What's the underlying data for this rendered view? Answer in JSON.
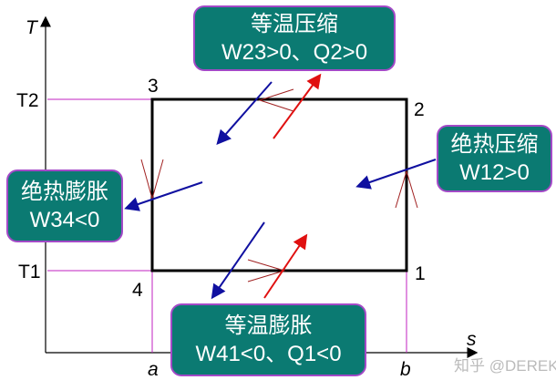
{
  "axes": {
    "y_label": "T",
    "x_label": "s",
    "y_ticks": [
      "T2",
      "T1"
    ],
    "x_ticks": [
      "a",
      "b"
    ]
  },
  "points": [
    "1",
    "2",
    "3",
    "4"
  ],
  "processes": {
    "top": {
      "title": "等温压缩",
      "formula": "W23>0、Q2>0"
    },
    "right": {
      "title": "绝热压缩",
      "formula": "W12>0"
    },
    "left": {
      "title": "绝热膨胀",
      "formula": "W34<0"
    },
    "bottom": {
      "title": "等温膨胀",
      "formula": "W41<0、Q1<0"
    }
  },
  "watermark": "知乎 @DEREK",
  "colors": {
    "box_fill": "#0b7a72",
    "box_border": "#a349c7",
    "guide_lines": "#c020c0",
    "work_arrow": "#1010a0",
    "heat_arrow": "#e01010",
    "direction_marks": "#a02020"
  }
}
